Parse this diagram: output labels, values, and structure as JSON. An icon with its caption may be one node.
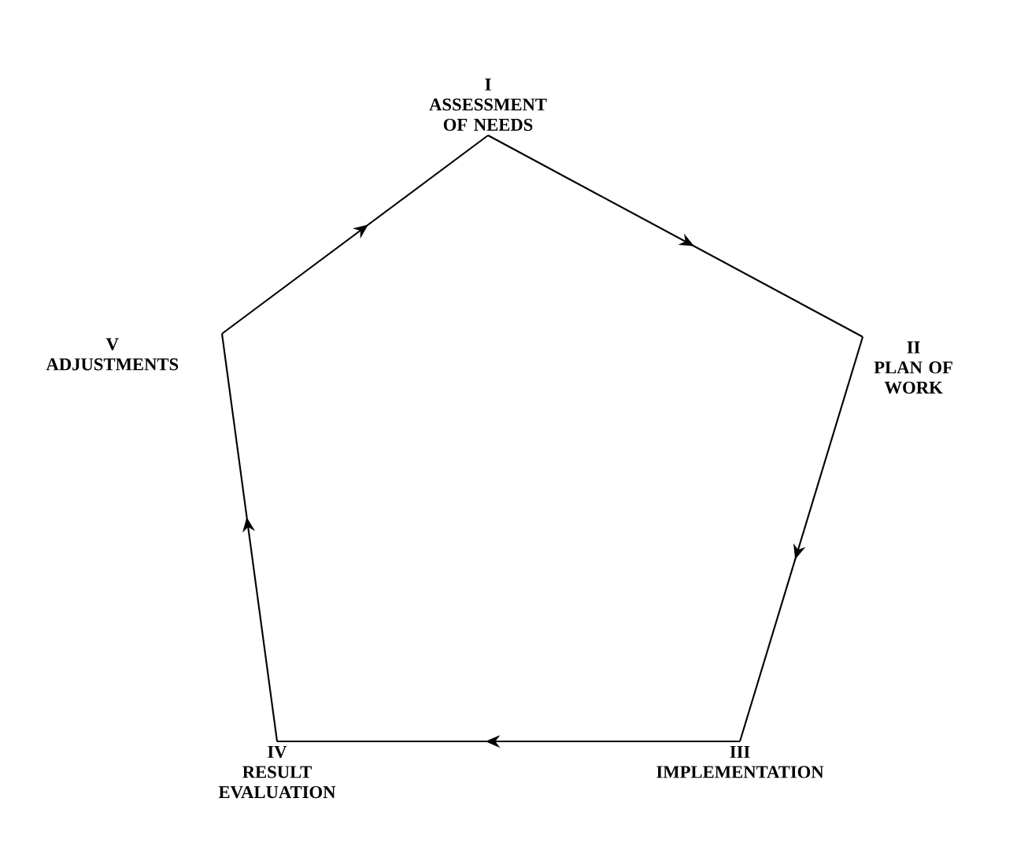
{
  "diagram": {
    "nodes": [
      {
        "text": [
          "I",
          "ASSESSMENT OF NEEDS"
        ]
      },
      {
        "text": [
          "II",
          "PLAN OF WORK"
        ]
      },
      {
        "text": [
          "III",
          "IMPLEMENTATION"
        ]
      },
      {
        "text": [
          "IV",
          "RESULT EVALUATION"
        ]
      },
      {
        "text": [
          "V",
          "ADJUSTMENTS"
        ]
      }
    ],
    "edges": [
      {
        "from": 0,
        "to": 1,
        "arrow": "to"
      },
      {
        "from": 1,
        "to": 2,
        "arrow": "to"
      },
      {
        "from": 2,
        "to": 3,
        "arrow": "to"
      },
      {
        "from": 3,
        "to": 4,
        "arrow": "to"
      },
      {
        "from": 4,
        "to": 0,
        "arrow": "to"
      }
    ]
  }
}
